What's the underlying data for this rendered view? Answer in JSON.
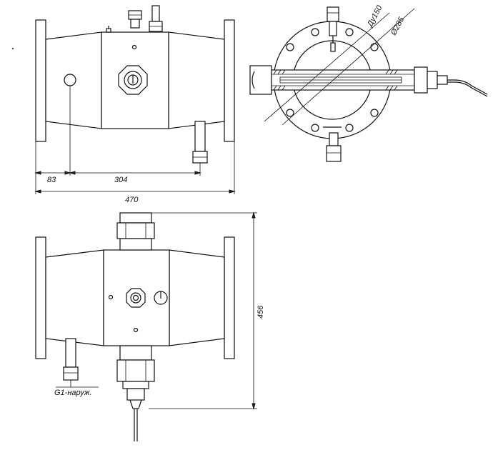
{
  "dimensions": {
    "d_83": "83",
    "d_304": "304",
    "d_470": "470",
    "d_456": "456",
    "d_du150": "Ду150",
    "d_285": "Ø285"
  },
  "labels": {
    "thread": "G1-наруж."
  },
  "colors": {
    "line": "#111111",
    "background": "#ffffff"
  }
}
